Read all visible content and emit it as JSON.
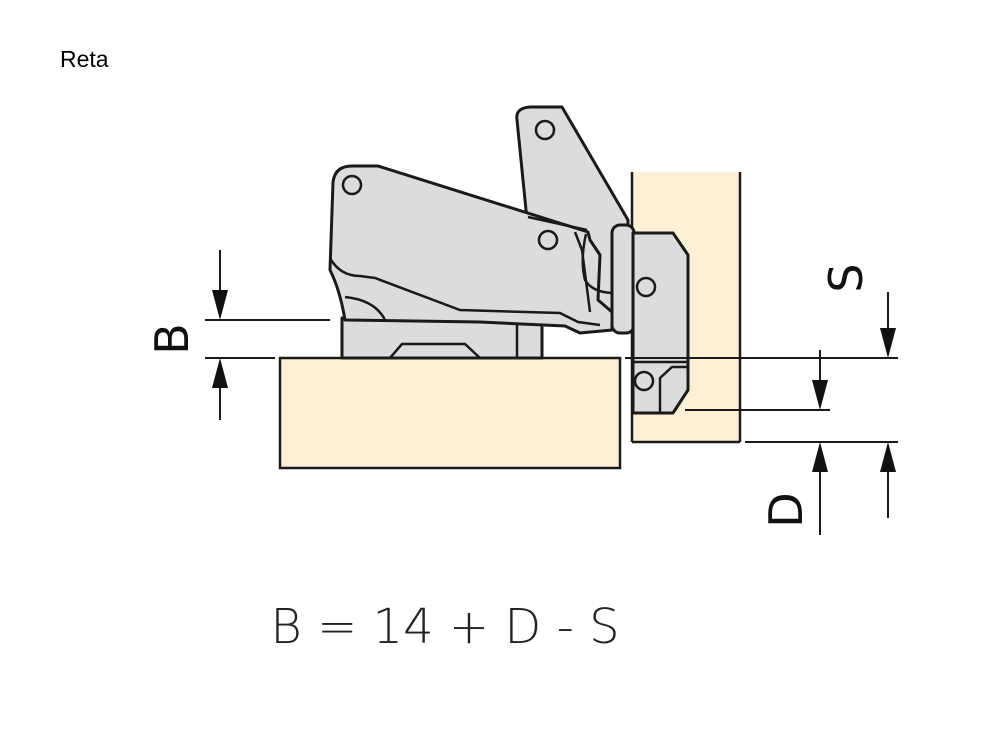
{
  "title": "Reta",
  "labels": {
    "b": "B",
    "s": "S",
    "d": "D"
  },
  "formula": "B = 14 + D - S",
  "colors": {
    "wood": "#fdf0d6",
    "metal": "#dcdcdc",
    "line": "#1a1a1a"
  }
}
